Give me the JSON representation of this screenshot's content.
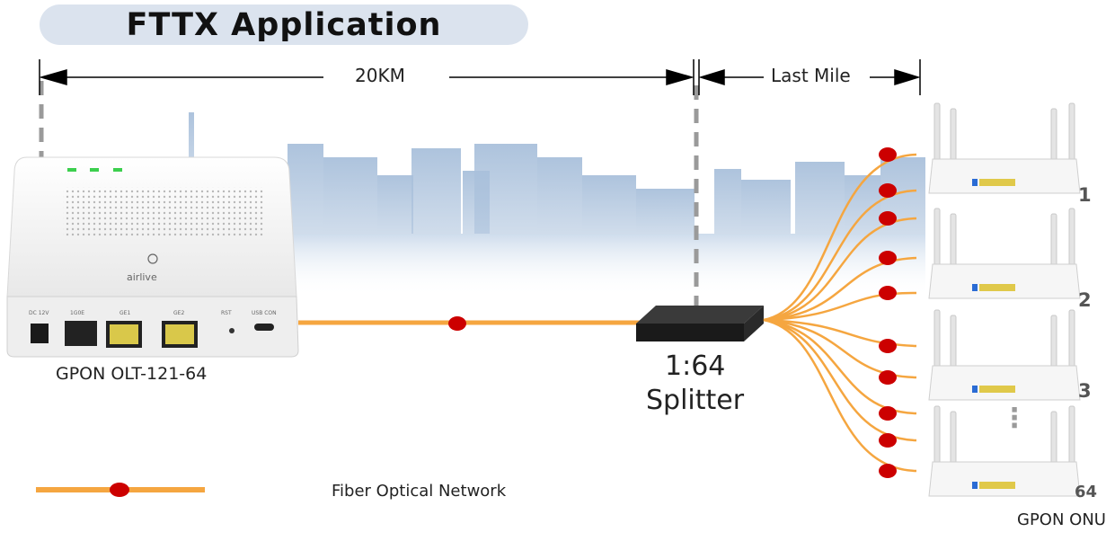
{
  "title": "FTTX Application",
  "distances": {
    "olt_to_splitter": "20KM",
    "last_mile": "Last Mile"
  },
  "olt": {
    "model_label": "GPON OLT-121-64",
    "brand": "airlive",
    "ports": [
      "DC 12V",
      "1G0E",
      "GE1",
      "GE2",
      "RST",
      "USB CON"
    ]
  },
  "splitter": {
    "ratio": "1:64",
    "name": "Splitter"
  },
  "onus": {
    "label": "GPON ONUs",
    "numbers": [
      "1",
      "2",
      "3",
      "64"
    ],
    "ellipsis": "⋮"
  },
  "legend": {
    "label": "Fiber Optical Network"
  },
  "colors": {
    "fiber": "#f5a640",
    "connector": "#cc0000",
    "title_bg": "#dbe3ee",
    "skyline": "#9fb8d4"
  }
}
